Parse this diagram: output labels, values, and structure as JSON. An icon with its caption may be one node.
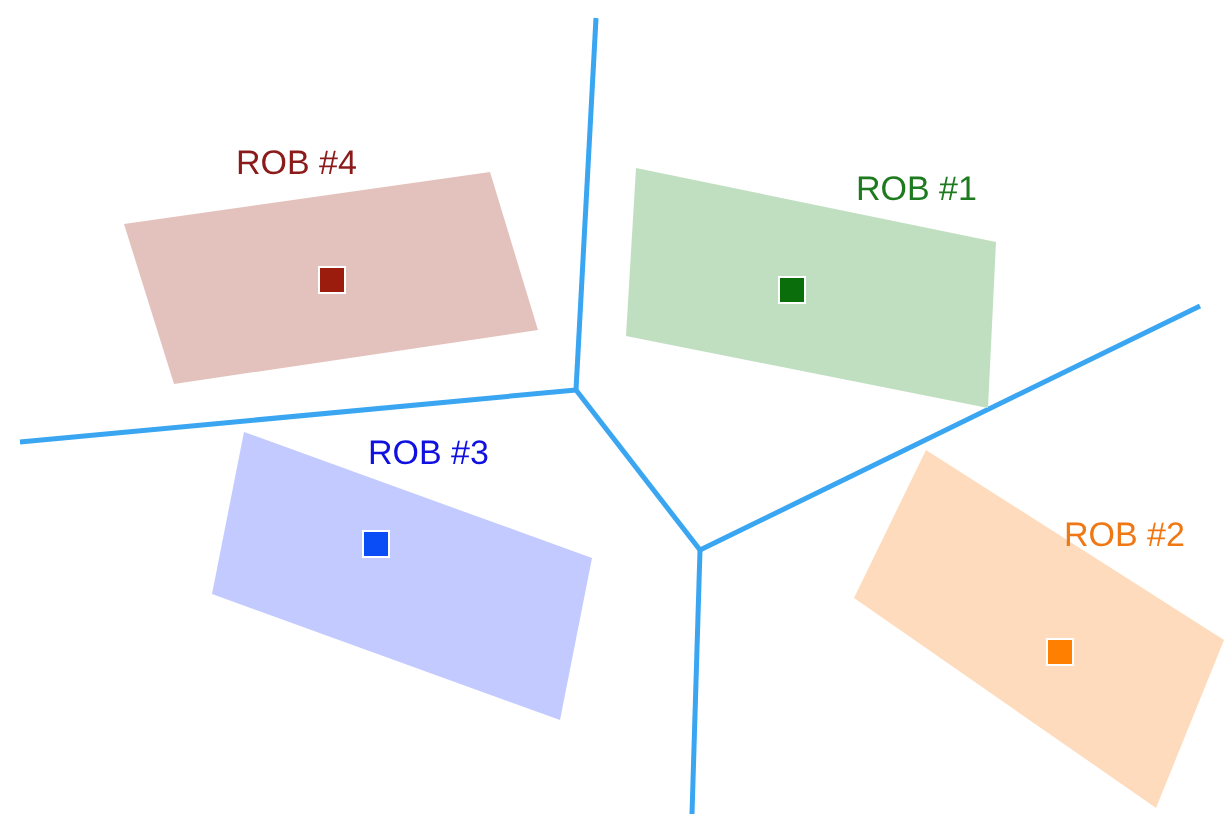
{
  "diagram": {
    "nodes": [
      {
        "text": [
          "ROB #4"
        ]
      },
      {
        "text": [
          "ROB #1"
        ]
      },
      {
        "text": [
          "ROB #3"
        ]
      },
      {
        "text": [
          "ROB #2"
        ]
      }
    ]
  }
}
